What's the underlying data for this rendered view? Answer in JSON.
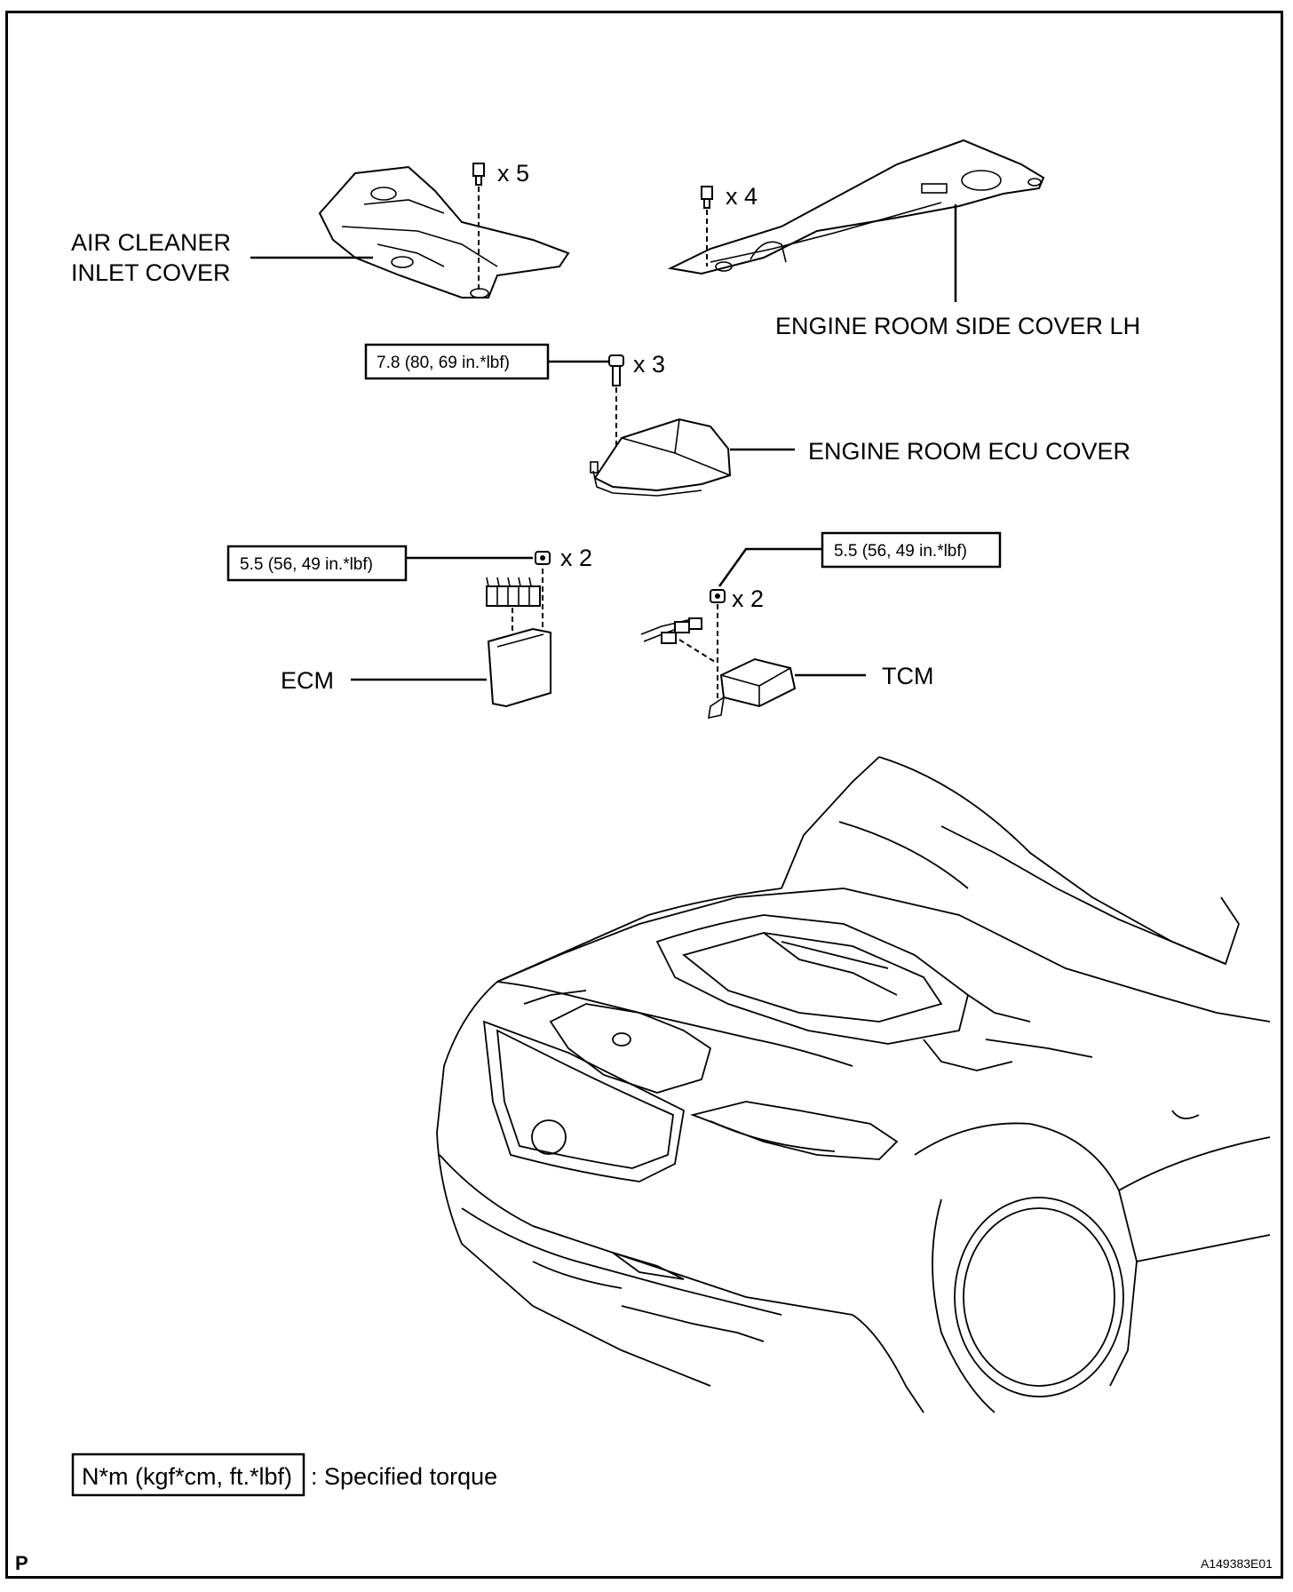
{
  "labels": {
    "air_cleaner_line1": "AIR CLEANER",
    "air_cleaner_line2": "INLET COVER",
    "side_cover": "ENGINE ROOM SIDE COVER LH",
    "ecu_cover": "ENGINE ROOM ECU COVER",
    "ecm": "ECM",
    "tcm": "TCM"
  },
  "quantities": {
    "air_cleaner_clips": "x 5",
    "side_cover_clips": "x 4",
    "ecu_cover_bolts": "x 3",
    "ecm_nuts": "x 2",
    "tcm_nuts": "x 2"
  },
  "torques": {
    "ecu_cover": "7.8 (80, 69 in.*lbf)",
    "ecm": "5.5 (56, 49 in.*lbf)",
    "tcm": "5.5 (56, 49 in.*lbf)"
  },
  "legend": {
    "unit_box": "N*m (kgf*cm, ft.*lbf)",
    "description": ": Specified torque"
  },
  "footer": {
    "page_marker": "P",
    "figure_id": "A149383E01"
  }
}
